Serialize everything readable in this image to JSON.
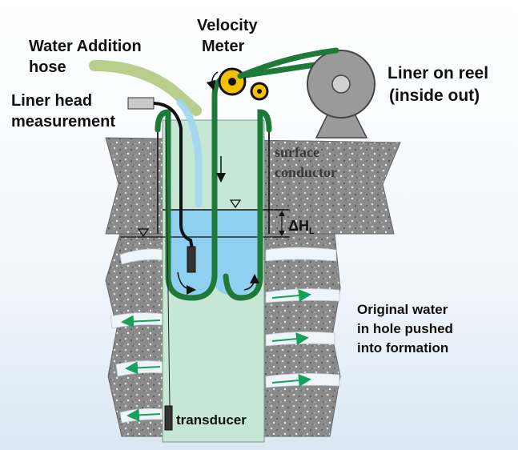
{
  "labels": {
    "water_addition_1": "Water Addition",
    "water_addition_2": "hose",
    "velocity_1": "Velocity",
    "velocity_2": "Meter",
    "reel_1": "Liner on reel",
    "reel_2": "(inside out)",
    "head_1": "Liner head",
    "head_2": "measurement",
    "surface_1": "surface",
    "surface_2": "conductor",
    "delta_h": "ΔH",
    "delta_h_sub": "L",
    "original_1": "Original water",
    "original_2": "in hole pushed",
    "original_3": "into formation",
    "transducer": "transducer"
  },
  "colors": {
    "liner_green": "#1f7a3a",
    "hole_water": "#c6e6d6",
    "liner_water": "#8fd0f0",
    "rock_gray": "#8a8a8a",
    "meter_yellow": "#f2c200",
    "hose_green": "#b7cf8a",
    "reel_gray": "#9a9a9a",
    "flow_arrow": "#16a05a"
  }
}
